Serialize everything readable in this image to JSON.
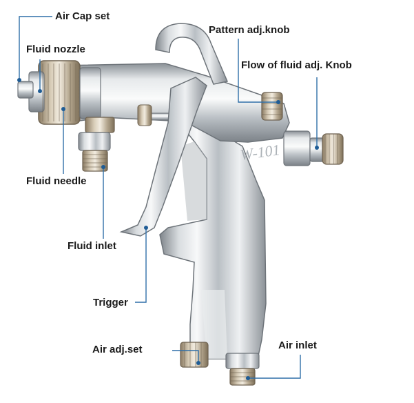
{
  "labels": {
    "air_cap_set": "Air Cap set",
    "fluid_nozzle": "Fluid nozzle",
    "fluid_needle": "Fluid needle",
    "fluid_inlet": "Fluid inlet",
    "trigger": "Trigger",
    "air_adj_set": "Air adj.set",
    "pattern_adj_knob": "Pattern adj.knob",
    "flow_fluid_adj_knob": "Flow of  fluid adj. Knob",
    "air_inlet": "Air inlet"
  },
  "gun_model_text": "W-101",
  "colors": {
    "leader_line": "#2f6fa8",
    "leader_dot": "#1f5c95",
    "label_text": "#1a1a1a",
    "chrome_dark": "#8d9399",
    "chrome_light": "#f3f5f6"
  }
}
